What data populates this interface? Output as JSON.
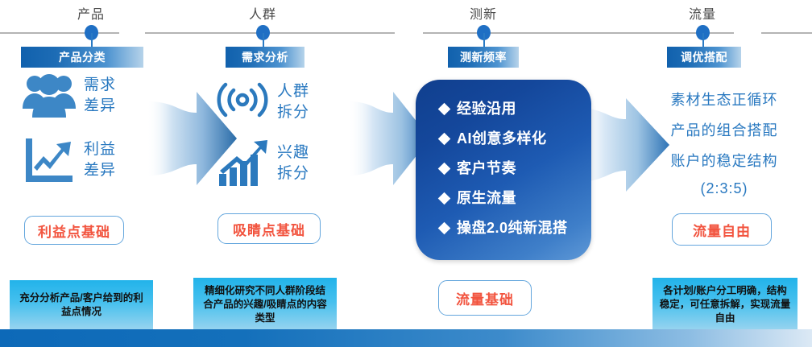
{
  "phases": [
    {
      "title": "产品",
      "tag": "产品分类",
      "icons": [
        {
          "icon": "people-group-icon",
          "label1": "需求",
          "label2": "差异"
        },
        {
          "icon": "line-chart-arrow-icon",
          "label1": "利益",
          "label2": "差异"
        }
      ],
      "pill": "利益点基础",
      "info": "充分分析产品/客户给到的利益点情况"
    },
    {
      "title": "人群",
      "tag": "需求分析",
      "icons": [
        {
          "icon": "signal-broadcast-icon",
          "label1": "人群",
          "label2": "拆分"
        },
        {
          "icon": "bar-chart-growth-icon",
          "label1": "兴趣",
          "label2": "拆分"
        }
      ],
      "pill": "吸睛点基础",
      "info": "精细化研究不同人群阶段结合产品的兴趣/吸睛点的内容类型"
    },
    {
      "title": "测新",
      "tag": "测新频率",
      "panel_items": [
        "经验沿用",
        "AI创意多样化",
        "客户节奏",
        "原生流量",
        "操盘2.0纯新混搭"
      ],
      "pill": "流量基础"
    },
    {
      "title": "流量",
      "tag": "调优搭配",
      "outcomes": [
        "素材生态正循环",
        "产品的组合搭配",
        "账户的稳定结构",
        "(2:3:5)"
      ],
      "pill": "流量自由",
      "info": "各计划/账户分工明确，结构稳定，可任意拆解，实现流量自由"
    }
  ],
  "colors": {
    "accent_blue": "#1f6fc4",
    "deep_blue": "#103f8e",
    "icon_blue": "#2878c0",
    "pill_text": "#f2543f",
    "info_cyan": "#22b3ea",
    "timeline_gray": "#b4b4b4"
  }
}
